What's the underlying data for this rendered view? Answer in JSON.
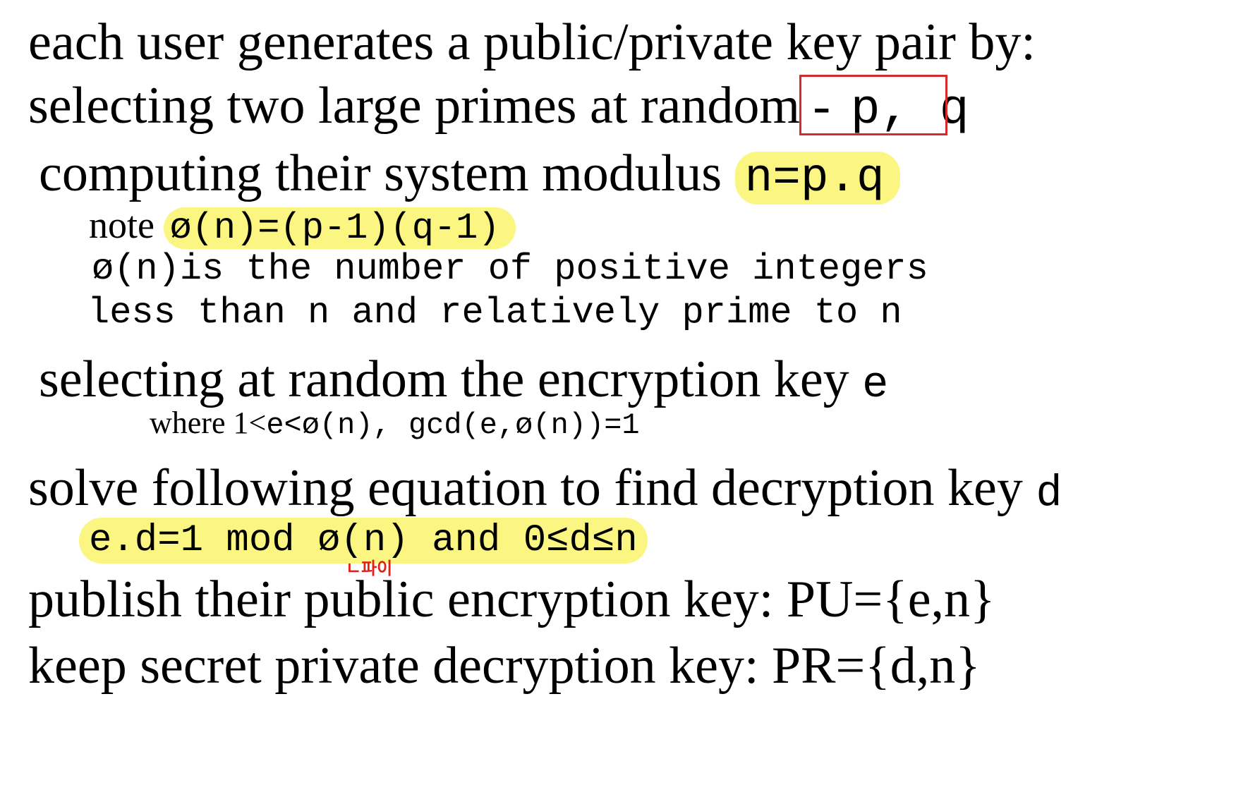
{
  "lines": {
    "l1": "each user generates a public/private key pair by:",
    "l2_text": "selecting two large primes at random - ",
    "l2_code": "p, q",
    "l3_text": "computing their system modulus ",
    "l3_code": "n=p.q",
    "l4_text": "note ",
    "l4_code": "ø(n)=(p-1)(q-1)",
    "l5": "ø(n)is the number of positive integers",
    "l6": "less than n and relatively prime to n",
    "l7_text": "selecting at random the encryption key ",
    "l7_code": "e",
    "l8_text": "where 1<",
    "l8_code": "e<ø(n), gcd(e,ø(n))=1",
    "l9_text": "solve following equation to find decryption key ",
    "l9_code": "d",
    "l10_code": "e.d=1 mod ø(n) and 0≤d≤n",
    "l11": "publish their public encryption key: PU={e,n}",
    "l12": "keep secret private decryption key: PR={d,n}"
  },
  "annotation": {
    "text": "ㄴ파이"
  },
  "colors": {
    "highlight": "#fbf681",
    "box": "#d42c2c",
    "annotation": "#e0201b"
  }
}
